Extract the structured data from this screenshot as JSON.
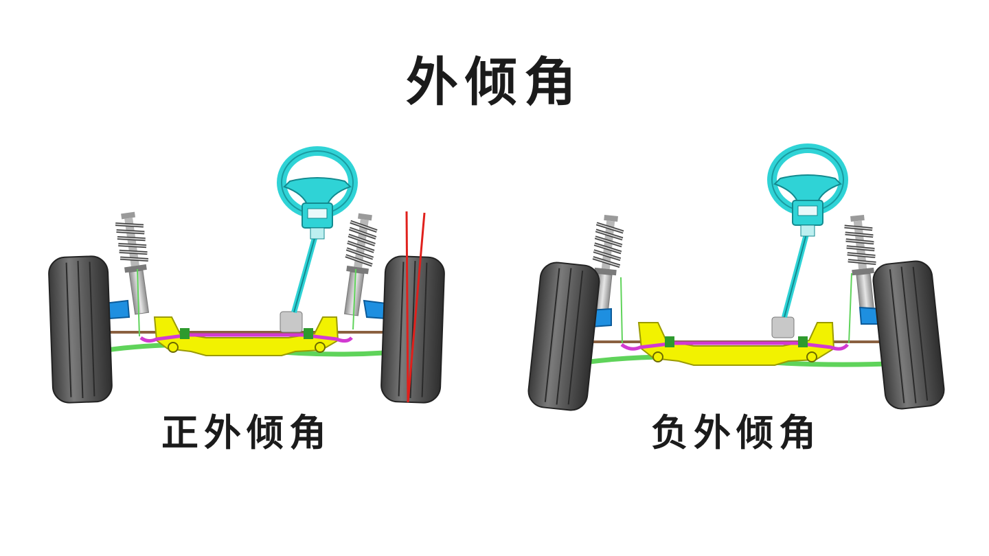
{
  "title": "外倾角",
  "diagrams": [
    {
      "caption": "正外倾角"
    },
    {
      "caption": "负外倾角"
    }
  ],
  "colors": {
    "steering": "#2fd3d6",
    "subframe": "#f2f200",
    "stabilizer_bar": "#d23ad2",
    "control_arm": "#5fd35a",
    "knuckle": "#1e8fe0",
    "tire": "#4a4a4a",
    "camber_line": "#e0201c"
  }
}
